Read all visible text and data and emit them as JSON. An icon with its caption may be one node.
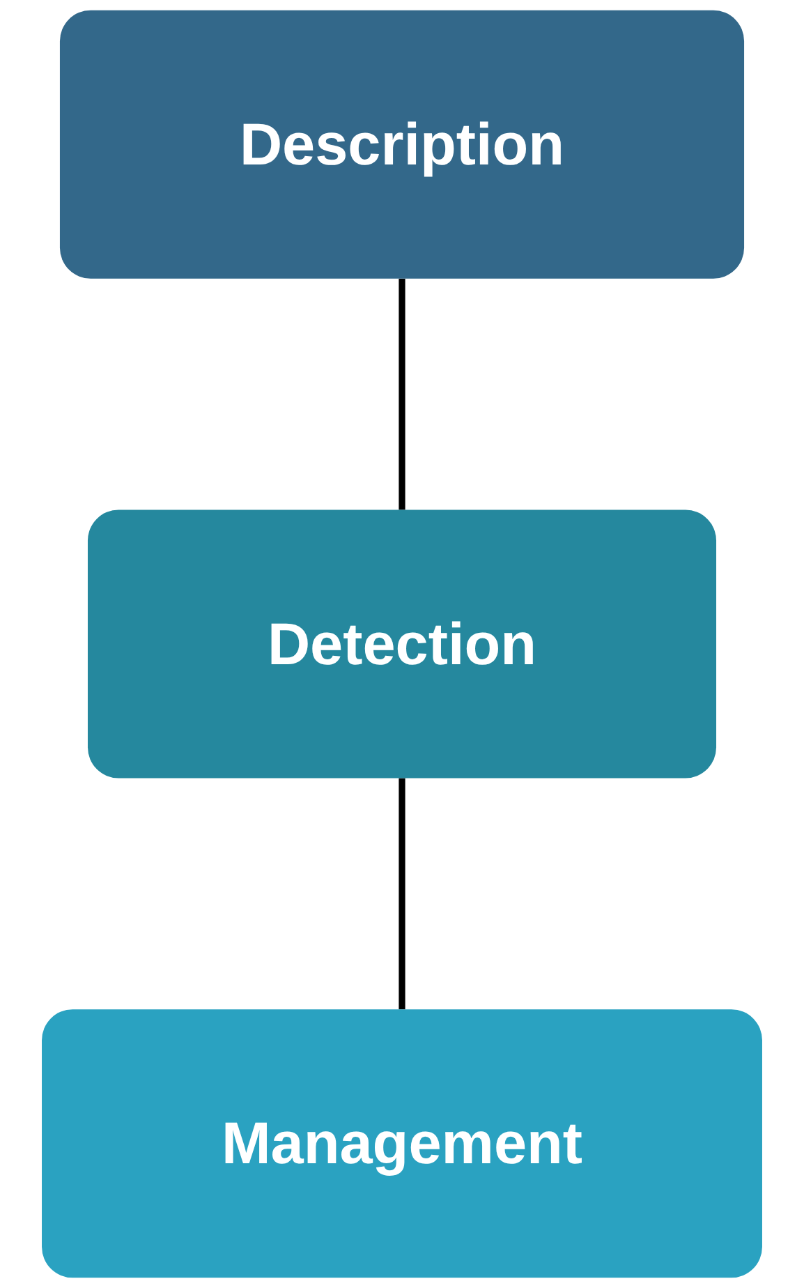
{
  "diagram": {
    "nodes": [
      {
        "text": [
          "Description"
        ]
      },
      {
        "text": [
          "Detection"
        ]
      },
      {
        "text": [
          "Management"
        ]
      }
    ],
    "edges": [
      {
        "from": 0,
        "to": 1,
        "arrow": "none"
      },
      {
        "from": 1,
        "to": 2,
        "arrow": "none"
      }
    ]
  }
}
